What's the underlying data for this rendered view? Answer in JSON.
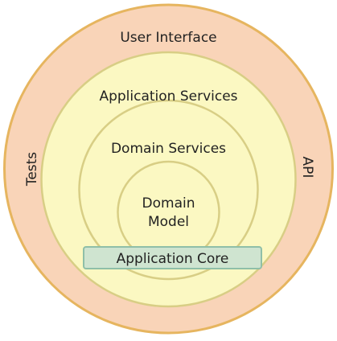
{
  "diagram": {
    "layers": {
      "outer": {
        "label": "User Interface",
        "fill": "#F9D4B8",
        "stroke": "#E6B55F"
      },
      "application_services": {
        "label": "Application Services",
        "fill": "#FBF8C2",
        "stroke": "#D8CE85"
      },
      "domain_services": {
        "label": "Domain Services",
        "fill": "#FBF8C2",
        "stroke": "#D8CE85"
      },
      "domain_model": {
        "label_line1": "Domain",
        "label_line2": "Model",
        "fill": "#FBF8C2",
        "stroke": "#D8CE85"
      }
    },
    "side_labels": {
      "left": "Tests",
      "right": "API"
    },
    "core_box": {
      "label": "Application Core",
      "fill": "#CFE4D0",
      "stroke": "#8FBFA8"
    }
  }
}
